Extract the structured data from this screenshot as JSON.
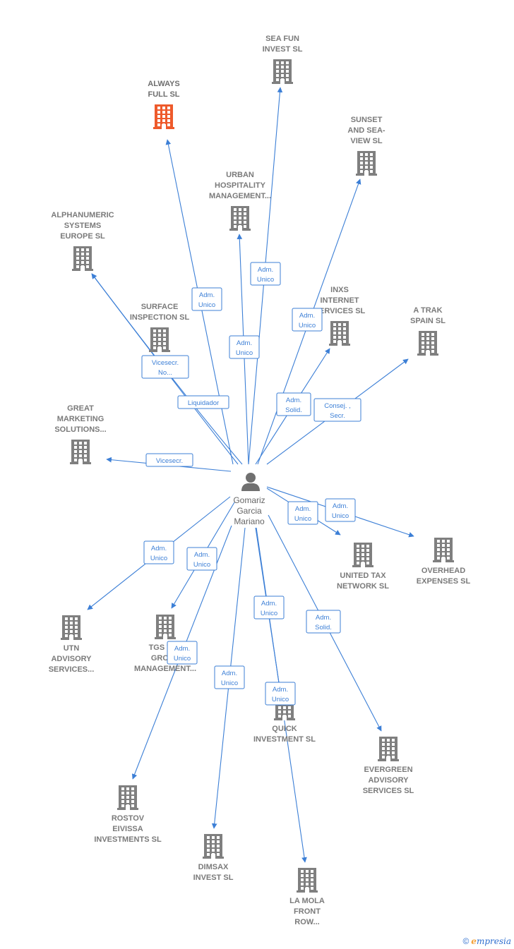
{
  "center": {
    "name_lines": [
      "Gomariz",
      "Garcia",
      "Mariano"
    ],
    "icon": "person-icon"
  },
  "companies": [
    {
      "id": "always-full",
      "lines": [
        "ALWAYS",
        "FULL  SL"
      ],
      "highlight": true,
      "color": "#ee5a2b"
    },
    {
      "id": "sea-fun",
      "lines": [
        "SEA FUN",
        "INVEST SL"
      ]
    },
    {
      "id": "sunset",
      "lines": [
        "SUNSET",
        "AND SEA-",
        "VIEW SL"
      ]
    },
    {
      "id": "urban",
      "lines": [
        "URBAN",
        "HOSPITALITY",
        "MANAGEMENT..."
      ]
    },
    {
      "id": "alphanumeric",
      "lines": [
        "ALPHANUMERIC",
        "SYSTEMS",
        "EUROPE  SL"
      ]
    },
    {
      "id": "inxs",
      "lines": [
        "INXS",
        "INTERNET",
        "SERVICES  SL"
      ]
    },
    {
      "id": "surface",
      "lines": [
        "SURFACE",
        "INSPECTION SL"
      ]
    },
    {
      "id": "atrak",
      "lines": [
        "A TRAK",
        "SPAIN SL"
      ]
    },
    {
      "id": "great",
      "lines": [
        "GREAT",
        "MARKETING",
        "SOLUTIONS..."
      ]
    },
    {
      "id": "unitedtax",
      "lines": [
        "UNITED TAX",
        "NETWORK  SL"
      ]
    },
    {
      "id": "overhead",
      "lines": [
        "OVERHEAD",
        "EXPENSES  SL"
      ]
    },
    {
      "id": "utn",
      "lines": [
        "UTN",
        "ADVISORY",
        "SERVICES..."
      ]
    },
    {
      "id": "tgs",
      "lines": [
        "TGS TAX",
        "GROUP",
        "MANAGEMENT..."
      ]
    },
    {
      "id": "quick",
      "lines": [
        "QUICK",
        "INVESTMENT SL"
      ]
    },
    {
      "id": "evergreen",
      "lines": [
        "EVERGREEN",
        "ADVISORY",
        "SERVICES  SL"
      ]
    },
    {
      "id": "rostov",
      "lines": [
        "ROSTOV",
        "EIVISSA",
        "INVESTMENTS SL"
      ]
    },
    {
      "id": "dimsax",
      "lines": [
        "DIMSAX",
        "INVEST SL"
      ]
    },
    {
      "id": "lamola",
      "lines": [
        "LA MOLA",
        "FRONT",
        "ROW..."
      ]
    }
  ],
  "relations": [
    {
      "to": "always-full",
      "role": [
        "Adm.",
        "Unico"
      ]
    },
    {
      "to": "sea-fun",
      "role": [
        "Adm.",
        "Unico"
      ]
    },
    {
      "to": "sunset",
      "role": [
        "Adm.",
        "Unico"
      ]
    },
    {
      "to": "urban",
      "role": [
        "Adm.",
        "Unico"
      ]
    },
    {
      "to": "alphanumeric",
      "role": [
        "Vicesecr.",
        "No..."
      ]
    },
    {
      "to": "alphanumeric",
      "role": [
        "Liquidador"
      ]
    },
    {
      "to": "inxs",
      "role": [
        "Adm.",
        "Solid."
      ]
    },
    {
      "to": "atrak",
      "role": [
        "Consej. ,",
        "Secr."
      ]
    },
    {
      "to": "great",
      "role": [
        "Vicesecr."
      ]
    },
    {
      "to": "unitedtax",
      "role": [
        "Adm.",
        "Unico"
      ]
    },
    {
      "to": "overhead",
      "role": [
        "Adm.",
        "Unico"
      ]
    },
    {
      "to": "utn",
      "role": [
        "Adm.",
        "Unico"
      ]
    },
    {
      "to": "tgs",
      "role": [
        "Adm.",
        "Unico"
      ]
    },
    {
      "to": "rostov",
      "role": [
        "Adm.",
        "Unico"
      ]
    },
    {
      "to": "dimsax",
      "role": [
        "Adm.",
        "Unico"
      ]
    },
    {
      "to": "quick",
      "role": [
        "Adm.",
        "Unico"
      ]
    },
    {
      "to": "lamola",
      "role": [
        "Adm.",
        "Unico"
      ]
    },
    {
      "to": "evergreen",
      "role": [
        "Adm.",
        "Solid."
      ]
    }
  ],
  "colors": {
    "edge": "#3c7fd6",
    "building": "#7f7f7f",
    "highlight": "#ee5a2b"
  },
  "footer": {
    "copyright": "©",
    "brand_e": "e",
    "brand_rest": "mpresia"
  }
}
